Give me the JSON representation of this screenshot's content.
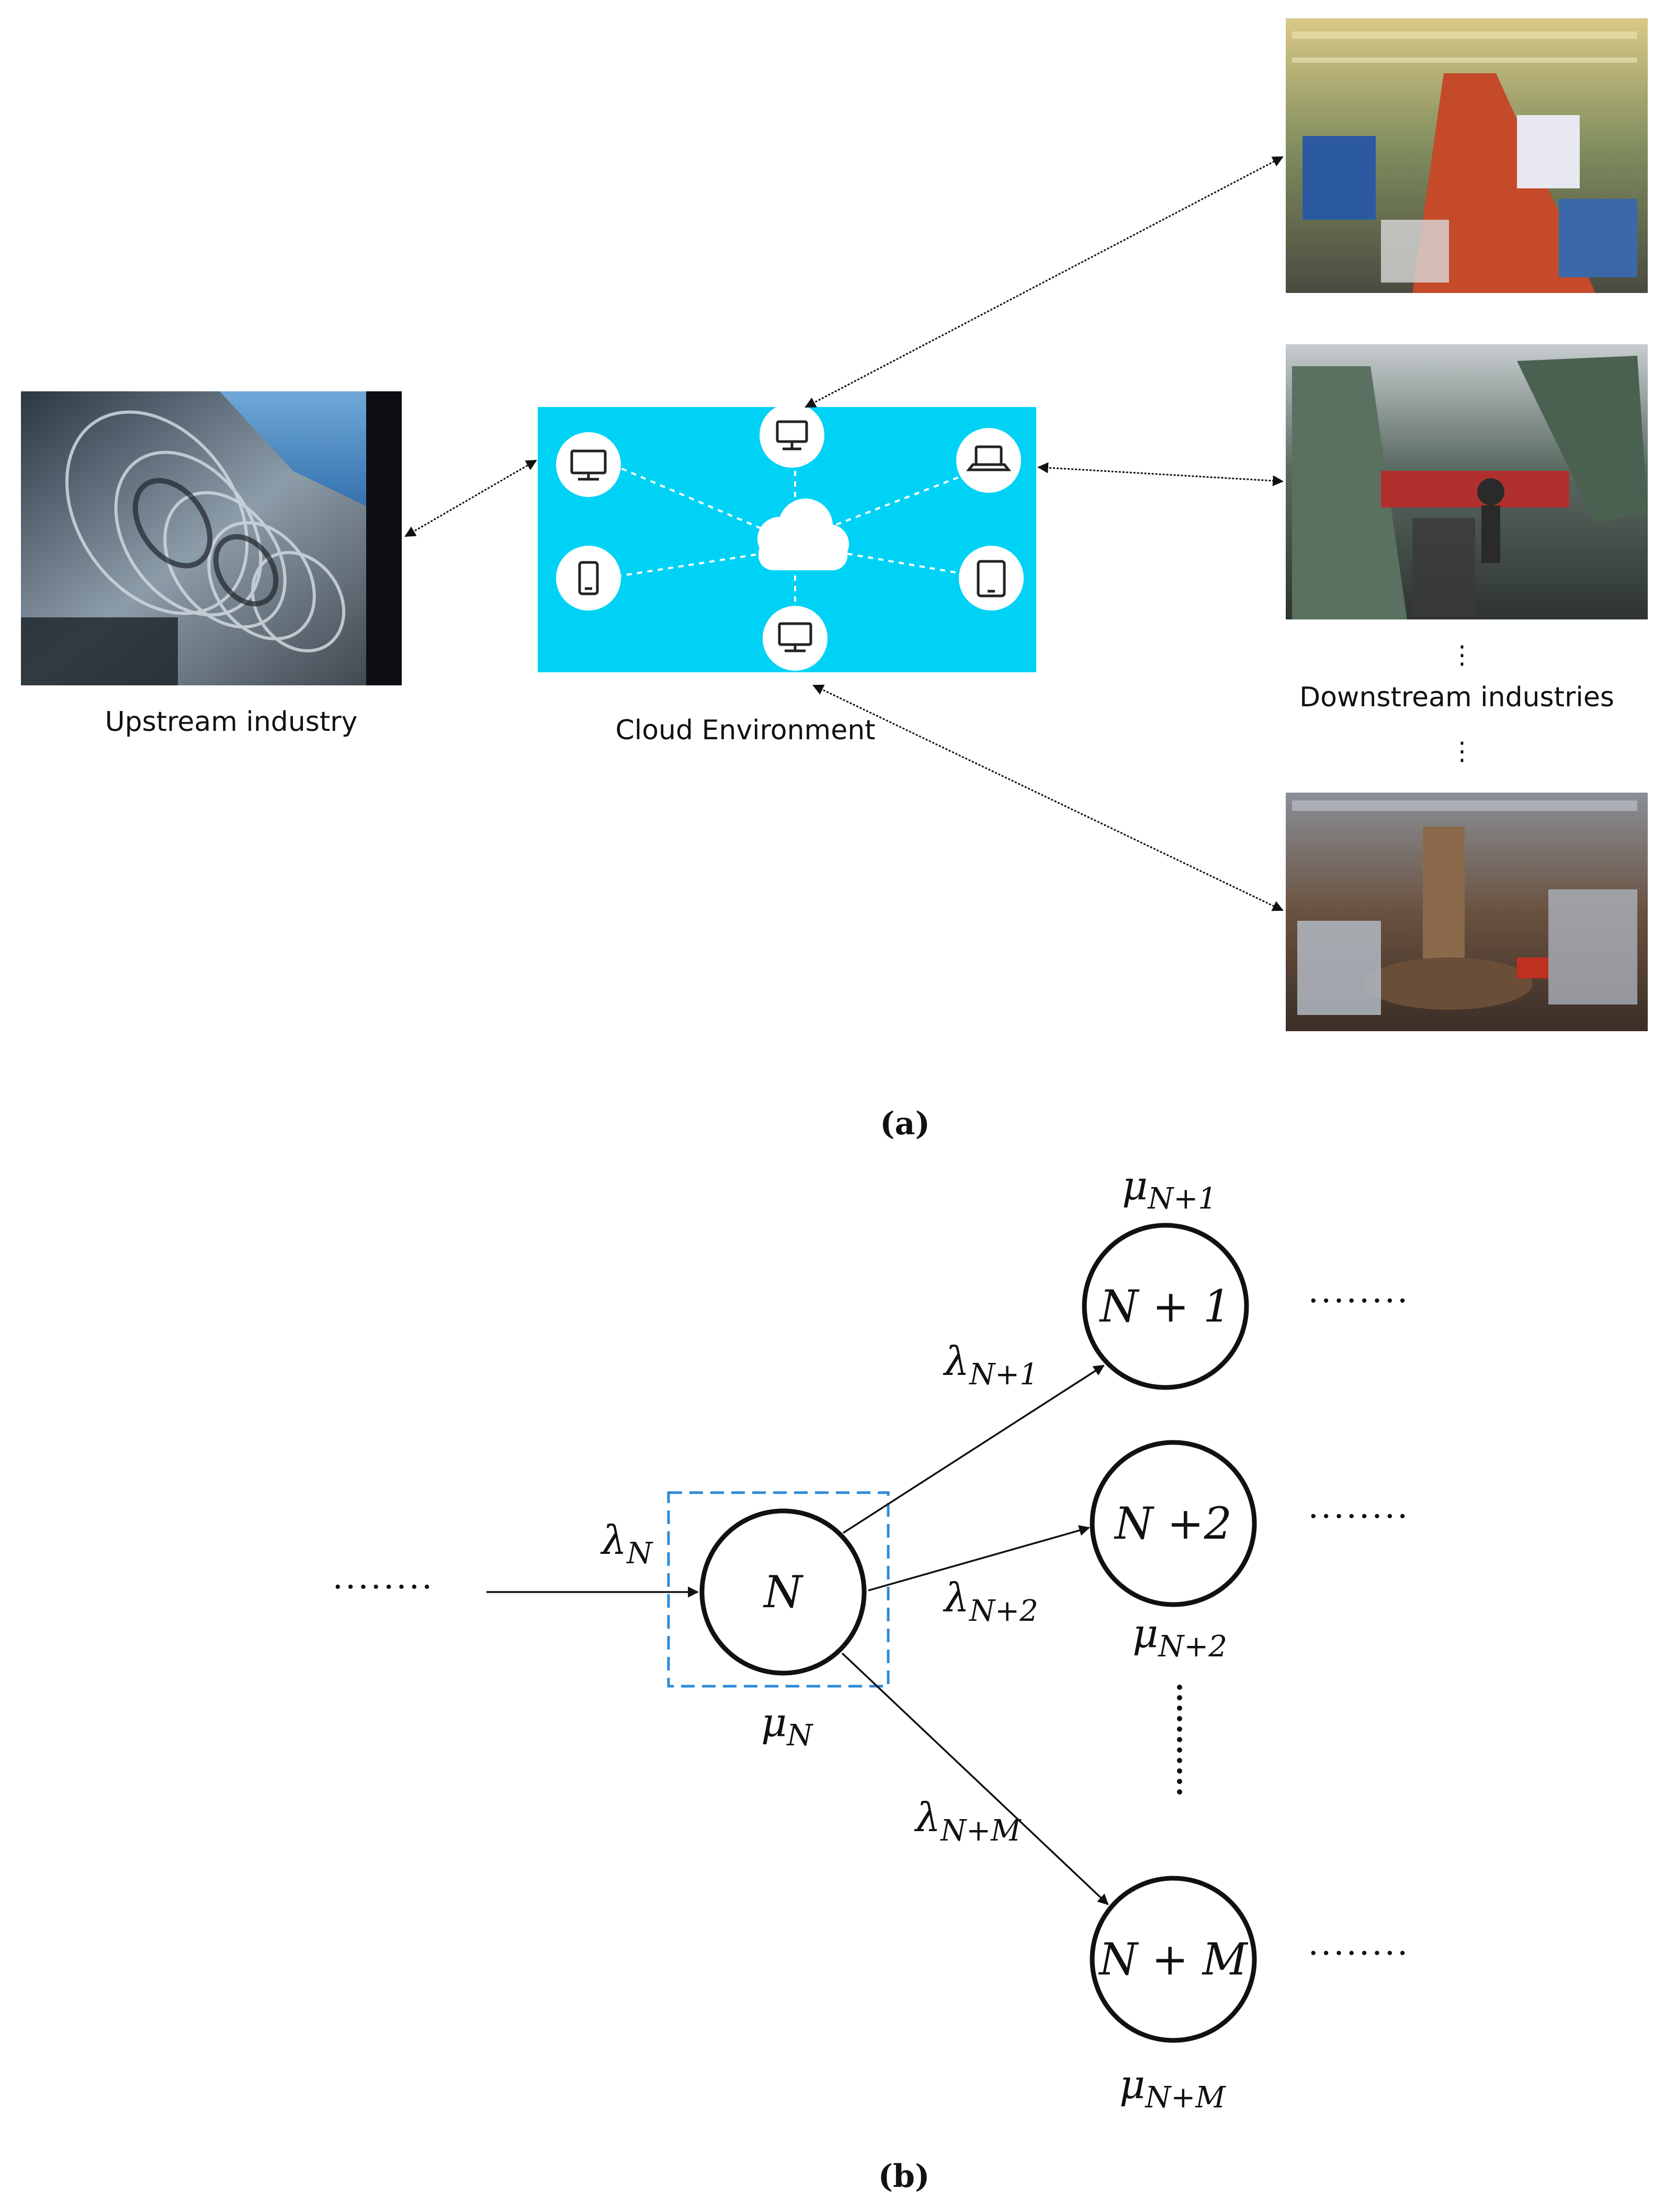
{
  "panel_a": {
    "label": "(a)",
    "upstream_label": "Upstream industry",
    "cloud_label": "Cloud Environment",
    "downstream_label": "Downstream industries",
    "ellipsis_vertical": "⋮",
    "cloud_color": "#00d2f6",
    "cloud_devices": [
      "monitor-icon",
      "monitor-icon",
      "laptop-icon",
      "smartphone-icon",
      "tablet-icon",
      "monitor-icon"
    ],
    "images": [
      {
        "name": "gearbox-photo",
        "colors": [
          "#3a5060",
          "#b8c6cf"
        ]
      },
      {
        "name": "factory-floor-photo",
        "colors": [
          "#b85030",
          "#d8c070"
        ]
      },
      {
        "name": "aircraft-assembly-photo",
        "colors": [
          "#404838",
          "#8a98a0"
        ]
      },
      {
        "name": "machine-shop-photo",
        "colors": [
          "#5a4030",
          "#9a8a70"
        ]
      }
    ]
  },
  "panel_b": {
    "label": "(b)",
    "dots": "········",
    "vdots": "⋮",
    "node_n": {
      "label": "N",
      "mu": "μ",
      "mu_sub": "N"
    },
    "node_n1": {
      "label": "N + 1",
      "mu": "μ",
      "mu_sub": "N+1",
      "lambda": "λ",
      "lambda_sub": "N+1"
    },
    "node_n2": {
      "label": "N +2",
      "mu": "μ",
      "mu_sub": "N+2",
      "lambda": "λ",
      "lambda_sub": "N+2"
    },
    "node_nm": {
      "label": "N + M",
      "mu": "μ",
      "mu_sub": "N+M",
      "lambda": "λ",
      "lambda_sub": "N+M"
    },
    "input_lambda": "λ",
    "input_lambda_sub": "N",
    "box_color": "#2e8ad8"
  }
}
